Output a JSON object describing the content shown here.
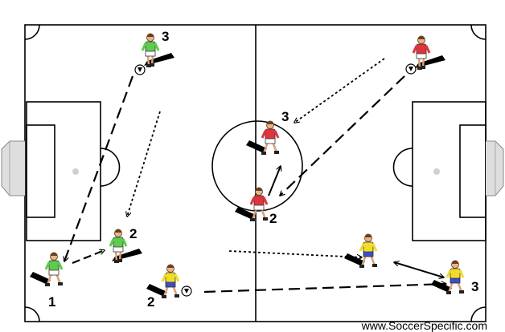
{
  "credit": "www.SoccerSpecific.com",
  "colors": {
    "green_team": "#5ecb4e",
    "red_team": "#e0343c",
    "yellow_team": "#f2dc2a",
    "shorts_blue": "#3d4ec8",
    "line": "#000000",
    "goal": "#dcdcdc"
  },
  "players": [
    {
      "id": "green-1",
      "team": "green",
      "number": "1"
    },
    {
      "id": "green-2",
      "team": "green",
      "number": "2"
    },
    {
      "id": "green-3",
      "team": "green",
      "number": "3"
    },
    {
      "id": "red-top-right",
      "team": "red",
      "number": ""
    },
    {
      "id": "red-3",
      "team": "red",
      "number": "3"
    },
    {
      "id": "red-2",
      "team": "red",
      "number": "2"
    },
    {
      "id": "yellow-2",
      "team": "yellow",
      "number": "2"
    },
    {
      "id": "yellow-mid",
      "team": "yellow",
      "number": ""
    },
    {
      "id": "yellow-3",
      "team": "yellow",
      "number": "3"
    }
  ],
  "balls": [
    "ball-green-3",
    "ball-red-top-right",
    "ball-yellow-2"
  ]
}
